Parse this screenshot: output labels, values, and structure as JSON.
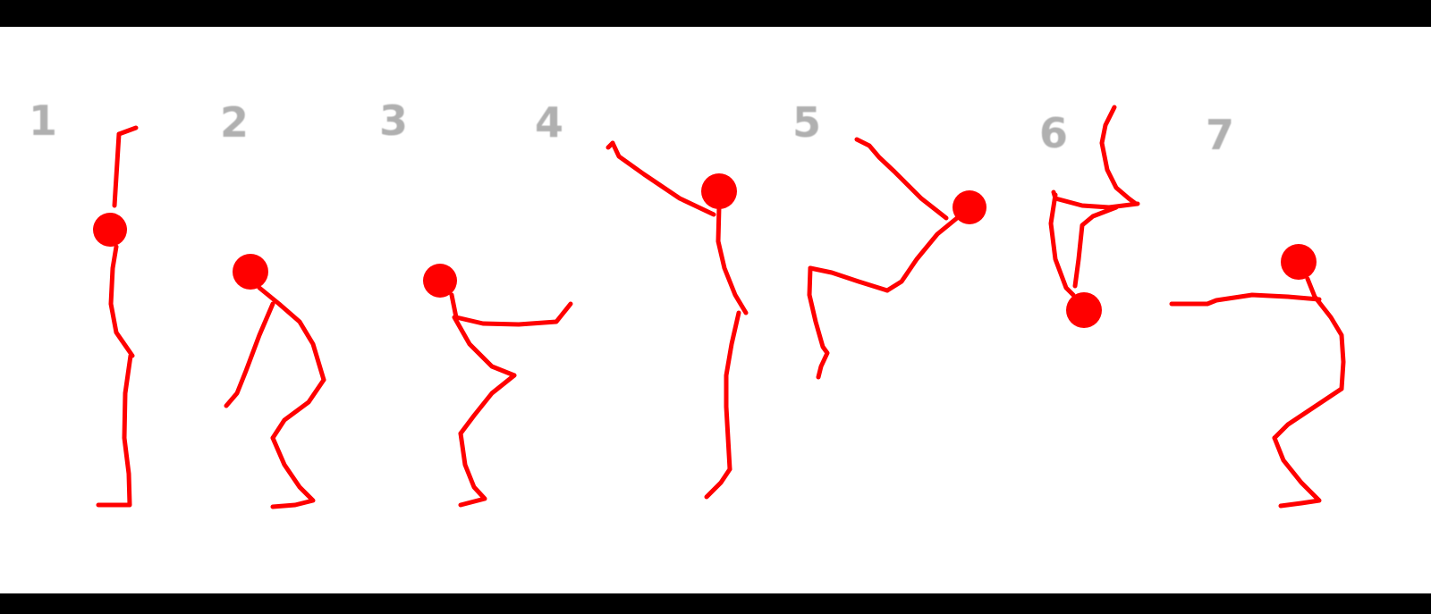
{
  "colors": {
    "stroke": "#ff0000",
    "frame_number": "#9a9a9a",
    "background": "#ffffff",
    "letterbox": "#000000"
  },
  "frames": [
    {
      "number": "1"
    },
    {
      "number": "2"
    },
    {
      "number": "3"
    },
    {
      "number": "4"
    },
    {
      "number": "5"
    },
    {
      "number": "6"
    },
    {
      "number": "7"
    }
  ]
}
